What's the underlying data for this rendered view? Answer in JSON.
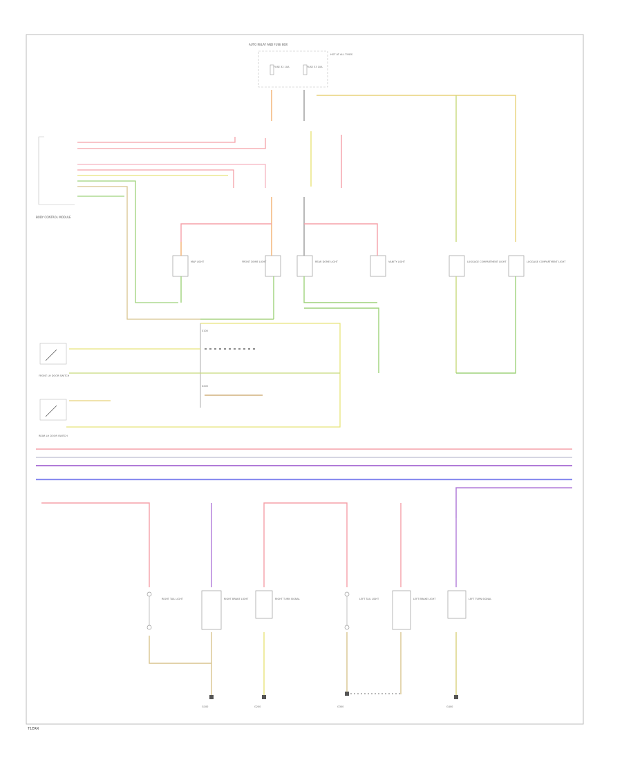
{
  "page": {
    "footer_code": "T1ERR"
  },
  "wire_colors": {
    "red": "#f5a0a8",
    "pink": "#f6b3c0",
    "orange": "#f2b070",
    "yellow": "#e8e47a",
    "green": "#9ed27a",
    "yellow_green": "#c8da7a",
    "tan": "#d8c48e",
    "violet": "#b07ad8",
    "blue": "#8a8cf0",
    "gray": "#b8b8c8",
    "black": "#333333"
  },
  "components": {
    "fuse_block_top": "AUTO RELAY AND FUSE BOX",
    "fuse_left": "FUSE 32 10A",
    "fuse_right": "FUSE 33 10A",
    "hot_note": "HOT AT ALL TIMES",
    "left_module": "BODY CONTROL MODULE",
    "door_switch_front": "FRONT LH DOOR SWITCH",
    "door_switch_rear": "REAR LH DOOR SWITCH",
    "map_light": "MAP LIGHT",
    "dome_light_front": "FRONT DOME LIGHT",
    "dome_light_rear": "REAR DOME LIGHT",
    "vanity_light": "VANITY LIGHT",
    "luggage_light_1": "LUGGAGE COMPARTMENT LIGHT",
    "luggage_light_2": "LUGGAGE COMPARTMENT LIGHT",
    "splice_1": "S100",
    "splice_2": "S200",
    "rear_lh_lamp_1": "RIGHT TAIL LIGHT",
    "rear_lh_lamp_2": "RIGHT BRAKE LIGHT",
    "rear_lh_lamp_3": "RIGHT TURN SIGNAL",
    "rear_rh_lamp_1": "LEFT TAIL LIGHT",
    "rear_rh_lamp_2": "LEFT BRAKE LIGHT",
    "rear_rh_lamp_3": "LEFT TURN SIGNAL",
    "ground_1": "G100",
    "ground_2": "G200",
    "ground_3": "G300",
    "ground_4": "G400"
  }
}
